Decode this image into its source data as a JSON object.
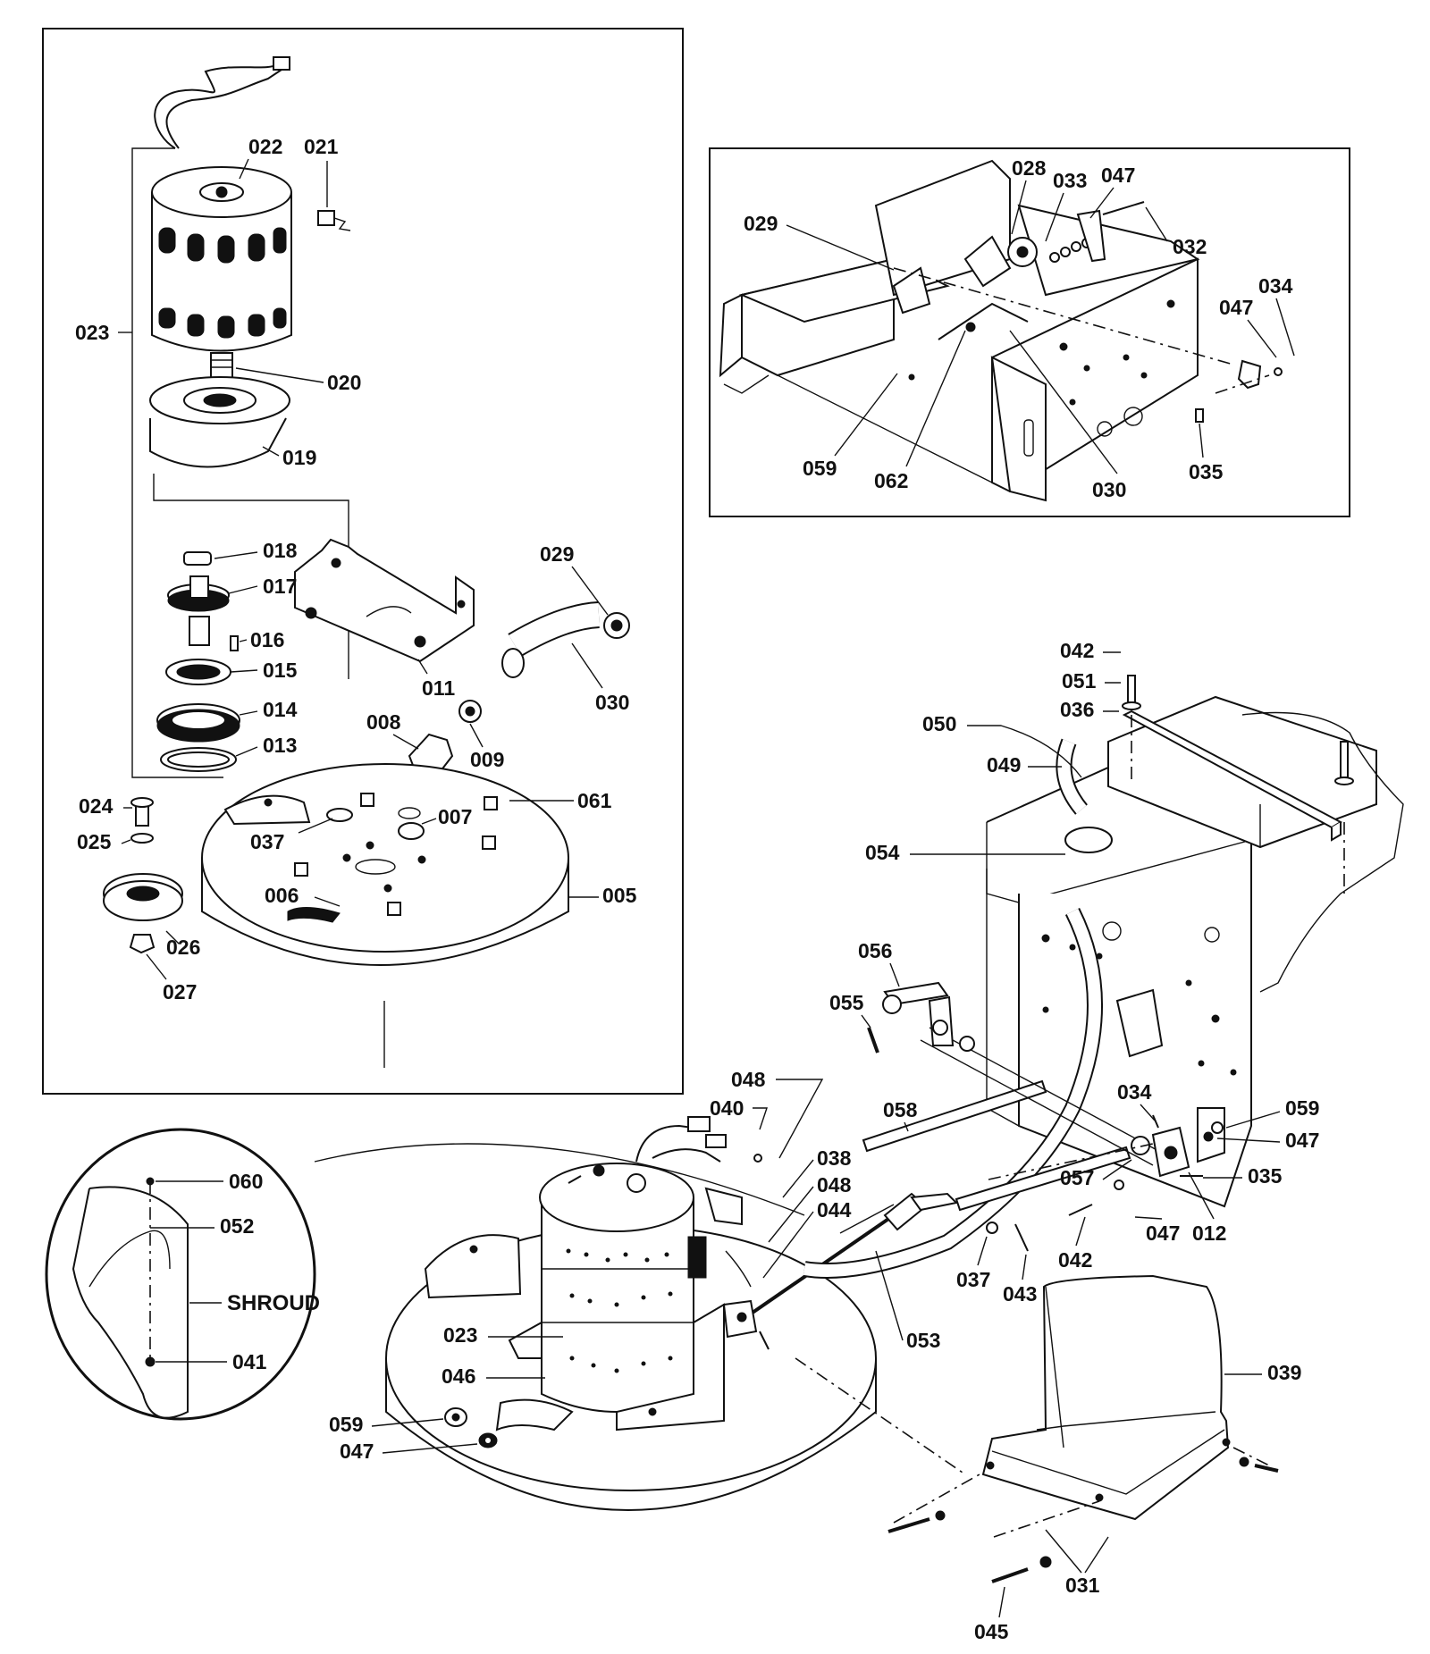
{
  "colors": {
    "ink": "#111111",
    "paper": "#ffffff"
  },
  "inset_top_left": {
    "labels": {
      "p022": "022",
      "p021": "021",
      "p023": "023",
      "p020": "020",
      "p019": "019",
      "p018": "018",
      "p017": "017",
      "p016": "016",
      "p015": "015",
      "p014": "014",
      "p013": "013",
      "p011": "011",
      "p029": "029",
      "p030": "030",
      "p008": "008",
      "p009": "009",
      "p024": "024",
      "p025": "025",
      "p037": "037",
      "p007": "007",
      "p061": "061",
      "p006": "006",
      "p005": "005",
      "p026": "026",
      "p027": "027"
    }
  },
  "inset_top_right": {
    "labels": {
      "p029": "029",
      "p028": "028",
      "p033": "033",
      "p047a": "047",
      "p032": "032",
      "p034": "034",
      "p047b": "047",
      "p059": "059",
      "p062": "062",
      "p030": "030",
      "p035": "035"
    }
  },
  "detail_circle": {
    "labels": {
      "p060": "060",
      "p052": "052",
      "shroud": "SHROUD",
      "p041": "041"
    }
  },
  "main_assembly": {
    "labels": {
      "p042a": "042",
      "p051": "051",
      "p036": "036",
      "p050": "050",
      "p049": "049",
      "p054": "054",
      "p056": "056",
      "p055": "055",
      "p048a": "048",
      "p040": "040",
      "p058": "058",
      "p038": "038",
      "p048b": "048",
      "p044": "044",
      "p034": "034",
      "p059a": "059",
      "p047a": "047",
      "p057": "057",
      "p035": "035",
      "p047b": "047",
      "p012": "012",
      "p042b": "042",
      "p037": "037",
      "p043": "043",
      "p053": "053",
      "p023": "023",
      "p046": "046",
      "p039": "039",
      "p059b": "059",
      "p047c": "047",
      "p031": "031",
      "p045": "045"
    }
  }
}
